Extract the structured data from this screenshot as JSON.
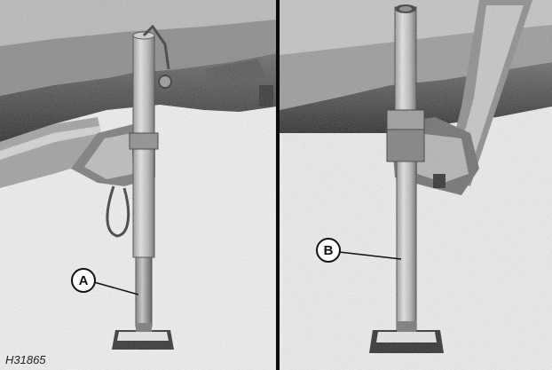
{
  "figure": {
    "callout_a": "A",
    "callout_b": "B",
    "figure_id": "H31865"
  }
}
